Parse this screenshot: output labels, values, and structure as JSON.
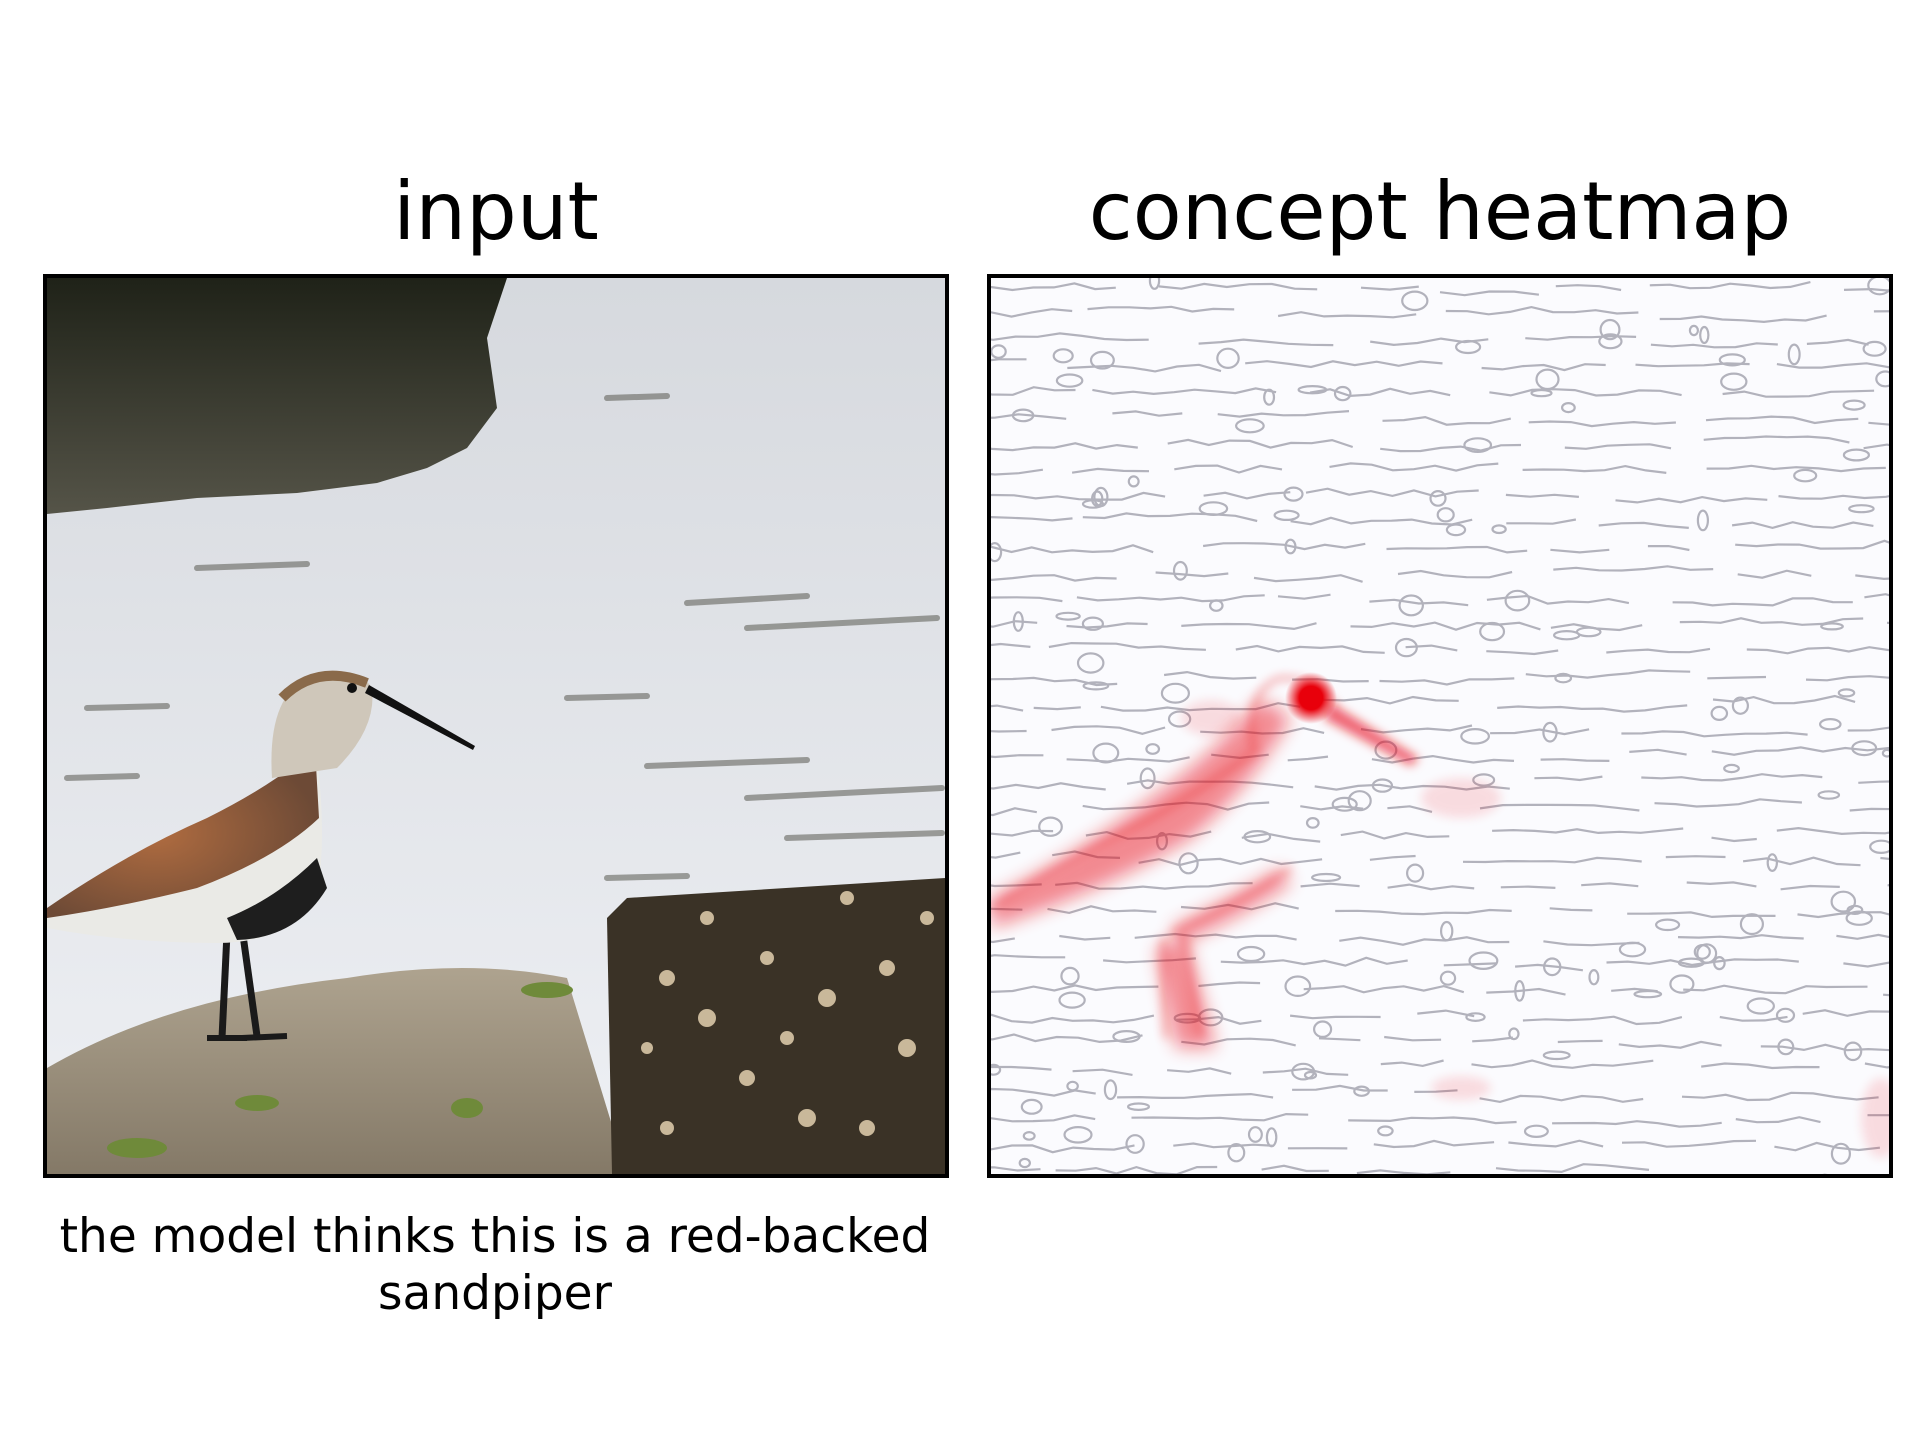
{
  "panels": {
    "input_title": "input",
    "heatmap_title": "concept heatmap"
  },
  "caption": {
    "line1": "the model thinks this is a red-backed",
    "line2": "sandpiper"
  },
  "colors": {
    "heat": "#e8000b",
    "contour": "#9a9aa6",
    "water": "#e6e8ee",
    "rock": "#b8ab98",
    "piling": "#3a3226",
    "bird_back": "#9a5a3a"
  }
}
